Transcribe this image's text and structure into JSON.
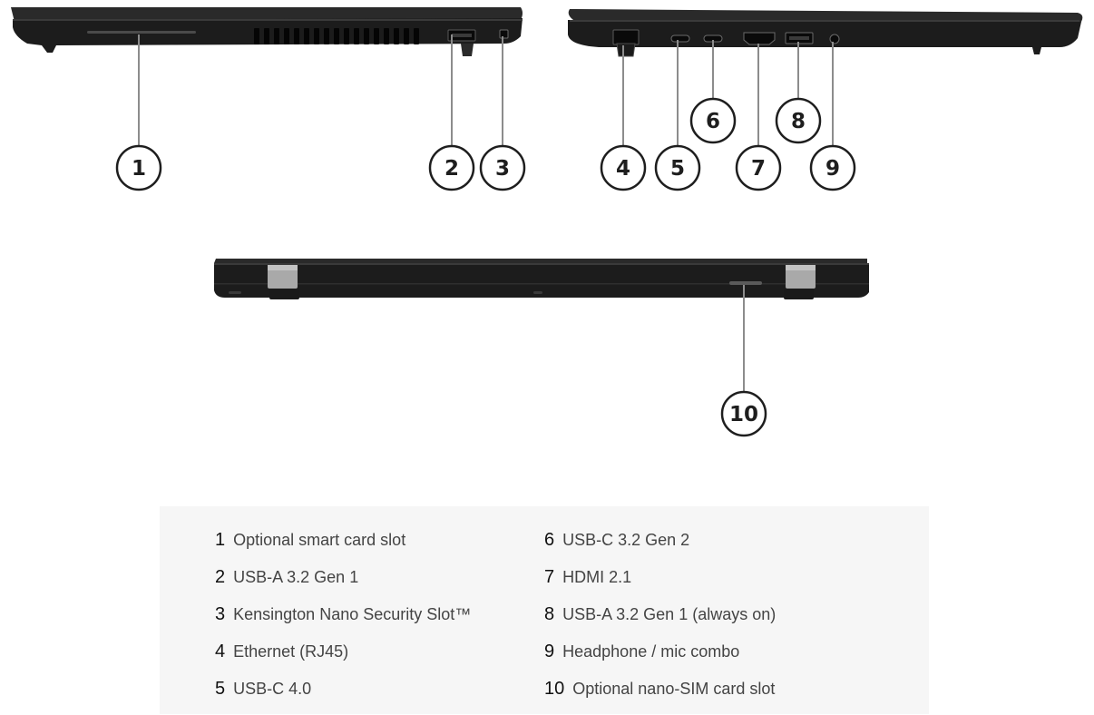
{
  "callouts": [
    {
      "id": "1"
    },
    {
      "id": "2"
    },
    {
      "id": "3"
    },
    {
      "id": "4"
    },
    {
      "id": "5"
    },
    {
      "id": "6"
    },
    {
      "id": "7"
    },
    {
      "id": "8"
    },
    {
      "id": "9"
    },
    {
      "id": "10"
    }
  ],
  "legend": [
    {
      "num": "1",
      "label": "Optional smart card slot"
    },
    {
      "num": "2",
      "label": "USB-A 3.2 Gen 1"
    },
    {
      "num": "3",
      "label": "Kensington Nano Security Slot™"
    },
    {
      "num": "4",
      "label": "Ethernet (RJ45)"
    },
    {
      "num": "5",
      "label": "USB-C 4.0"
    },
    {
      "num": "6",
      "label": "USB-C 3.2 Gen 2"
    },
    {
      "num": "7",
      "label": "HDMI 2.1"
    },
    {
      "num": "8",
      "label": "USB-A 3.2 Gen 1 (always on)"
    },
    {
      "num": "9",
      "label": "Headphone / mic combo"
    },
    {
      "num": "10",
      "label": "Optional nano-SIM card slot"
    }
  ],
  "colors": {
    "laptop_body": "#1c1c1c",
    "laptop_edge": "#2e2e2e",
    "hinge": "#a9a9a9",
    "callout_stroke": "#1e1e1e",
    "leader_line": "#8c8c8c",
    "legend_background": "#f6f6f6",
    "legend_text": "#444444"
  }
}
